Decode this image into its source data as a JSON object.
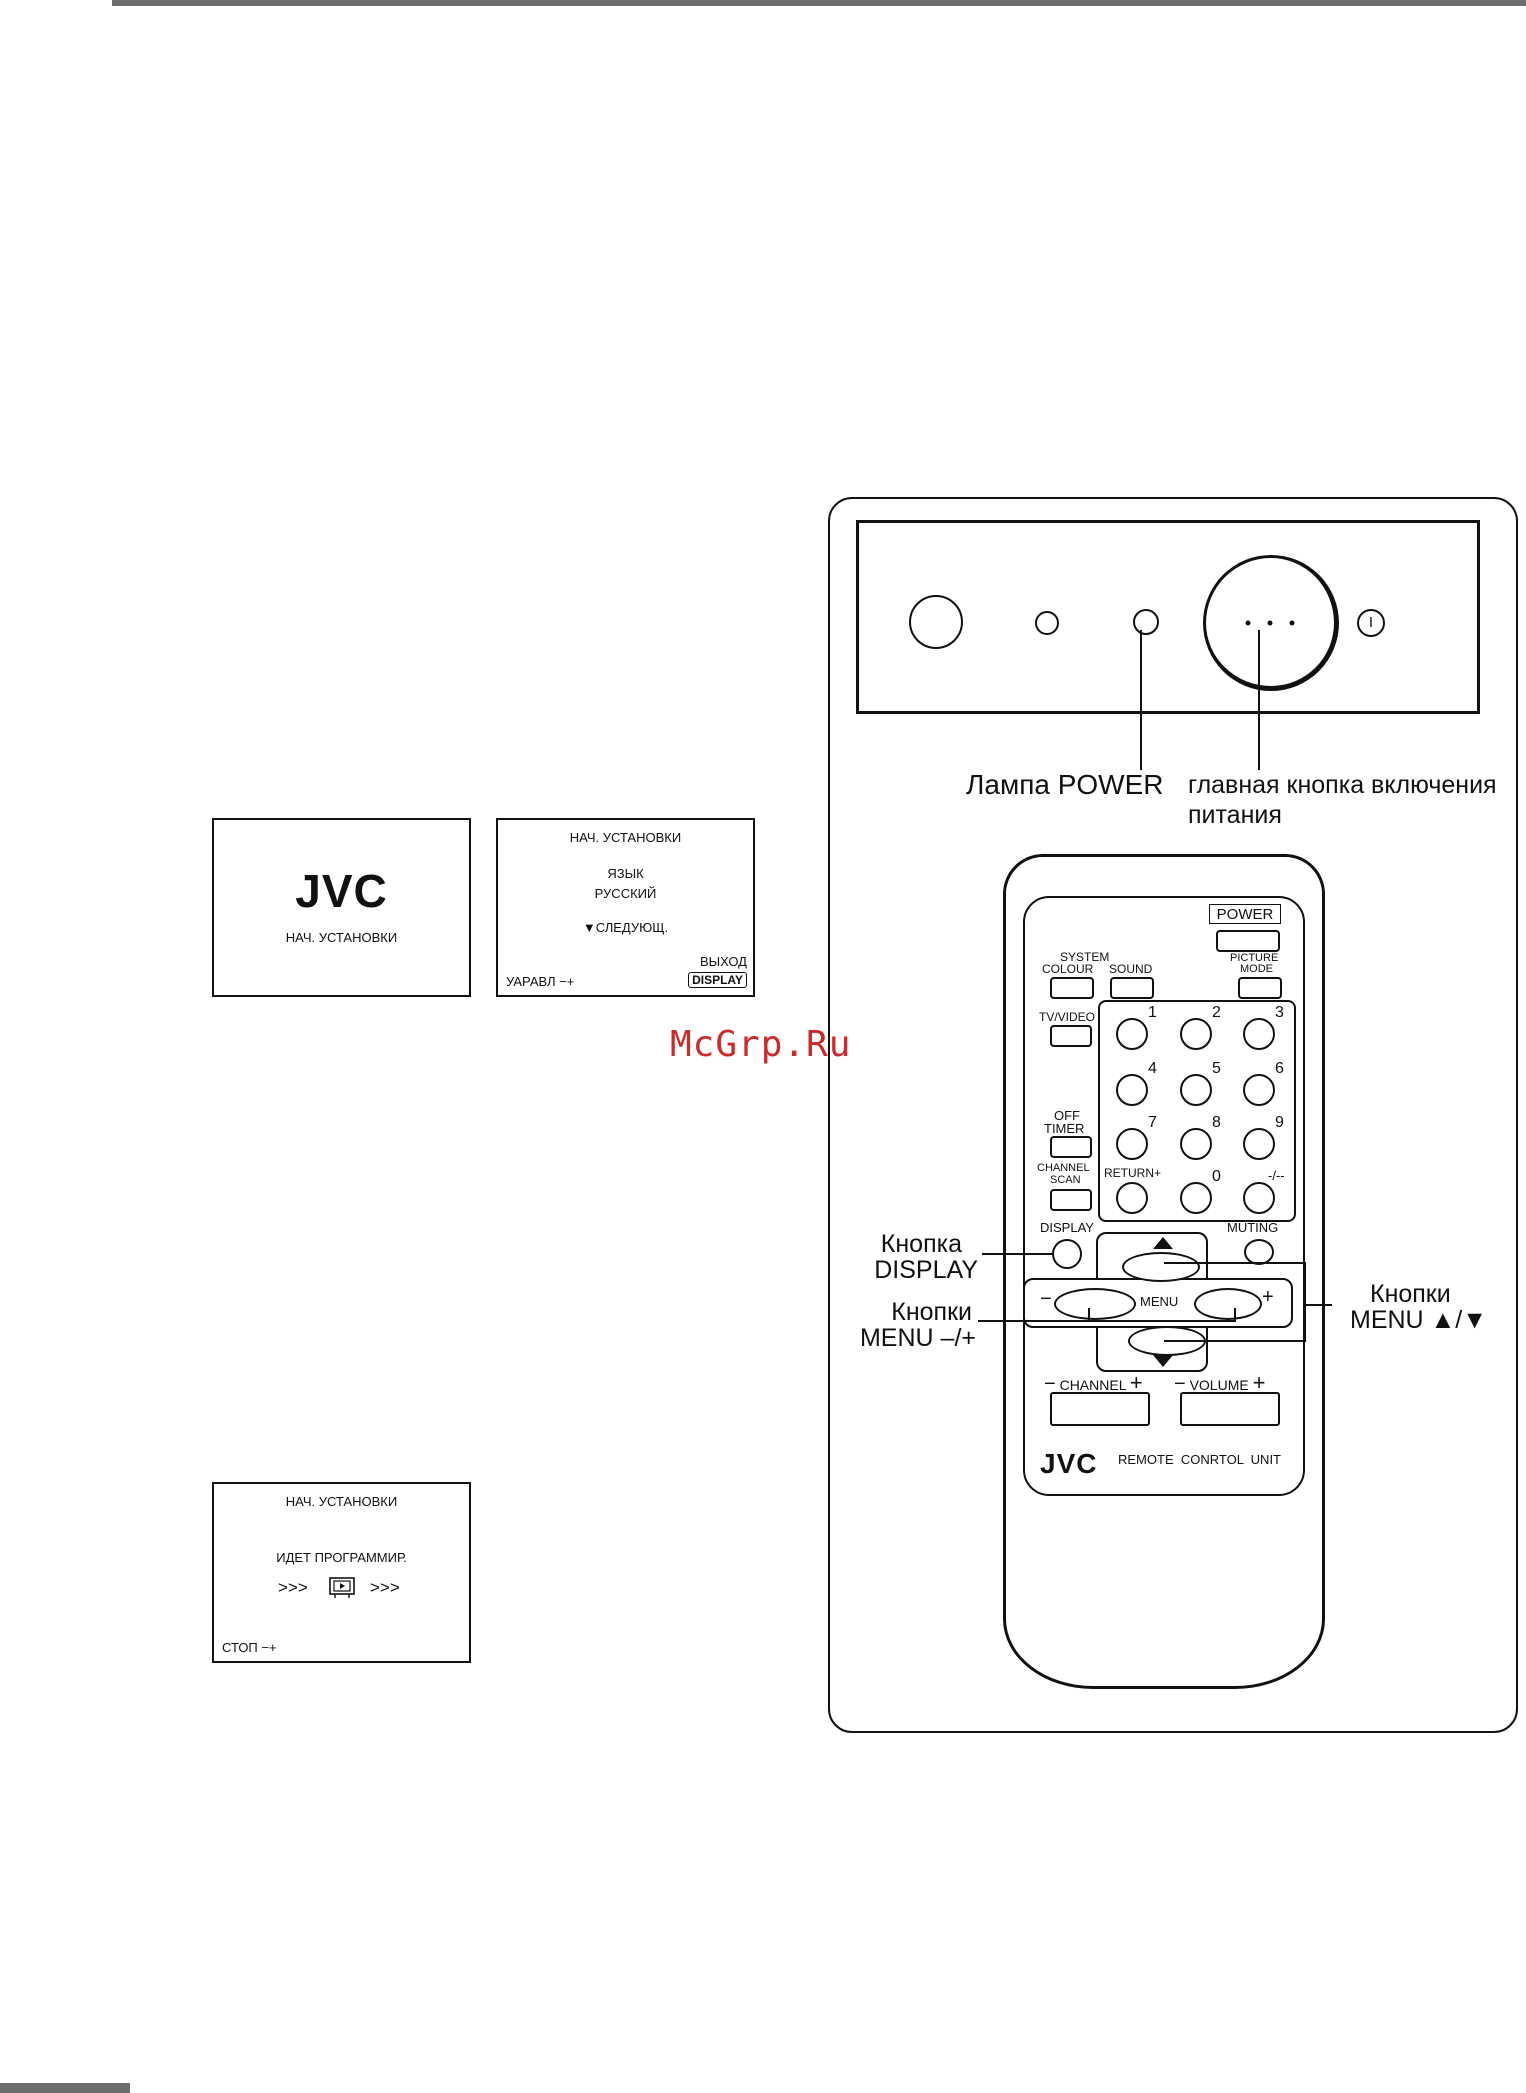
{
  "screen1": {
    "logo": "JVC",
    "title": "НАЧ. УСТАНОВКИ"
  },
  "screen2": {
    "title": "НАЧ. УСТАНОВКИ",
    "item_label": "ЯЗЫК",
    "item_value": "РУССКИЙ",
    "next_label": "▼СЛЕДУЮЩ.",
    "exit_label": "ВЫХОД",
    "exit_key": "DISPLAY",
    "control_label": "УАРАВЛ −+"
  },
  "screen3": {
    "title": "НАЧ. УСТАНОВКИ",
    "status": "ИДЕТ ПРОГРАММИР.",
    "progress_left": ">>>",
    "progress_right": ">>>",
    "stop_label": "СТОП −+"
  },
  "watermark": "McGrp.Ru",
  "tv_panel": {
    "power_lamp_label": "Лампа POWER",
    "main_power_label_line1": "главная кнопка включения",
    "main_power_label_line2": "питания",
    "standby_symbol": "I"
  },
  "remote": {
    "power": "POWER",
    "system": "SYSTEM",
    "colour": "COLOUR",
    "sound": "SOUND",
    "picture_line1": "PICTURE",
    "picture_line2": "MODE",
    "tv_video": "TV/VIDEO",
    "off_line1": "OFF",
    "timer_line2": "TIMER",
    "channel_scan_line1": "CHANNEL",
    "channel_scan_line2": "SCAN",
    "return_plus": "RETURN+",
    "display": "DISPLAY",
    "muting": "MUTING",
    "menu": "MENU",
    "minus": "−",
    "plus": "+",
    "channel": "CHANNEL",
    "volume": "VOLUME",
    "brand": "JVC",
    "unit_text": "REMOTE  CONRTOL  UNIT",
    "digits": [
      "1",
      "2",
      "3",
      "4",
      "5",
      "6",
      "7",
      "8",
      "9",
      "0",
      "-/--"
    ]
  },
  "callouts": {
    "display_line1": "Кнопка",
    "display_line2": "DISPLAY",
    "menu_lr_line1": "Кнопки",
    "menu_lr_line2": "MENU –/+",
    "menu_ud_line1": "Кнопки",
    "menu_ud_line2": "MENU ▲/▼"
  }
}
